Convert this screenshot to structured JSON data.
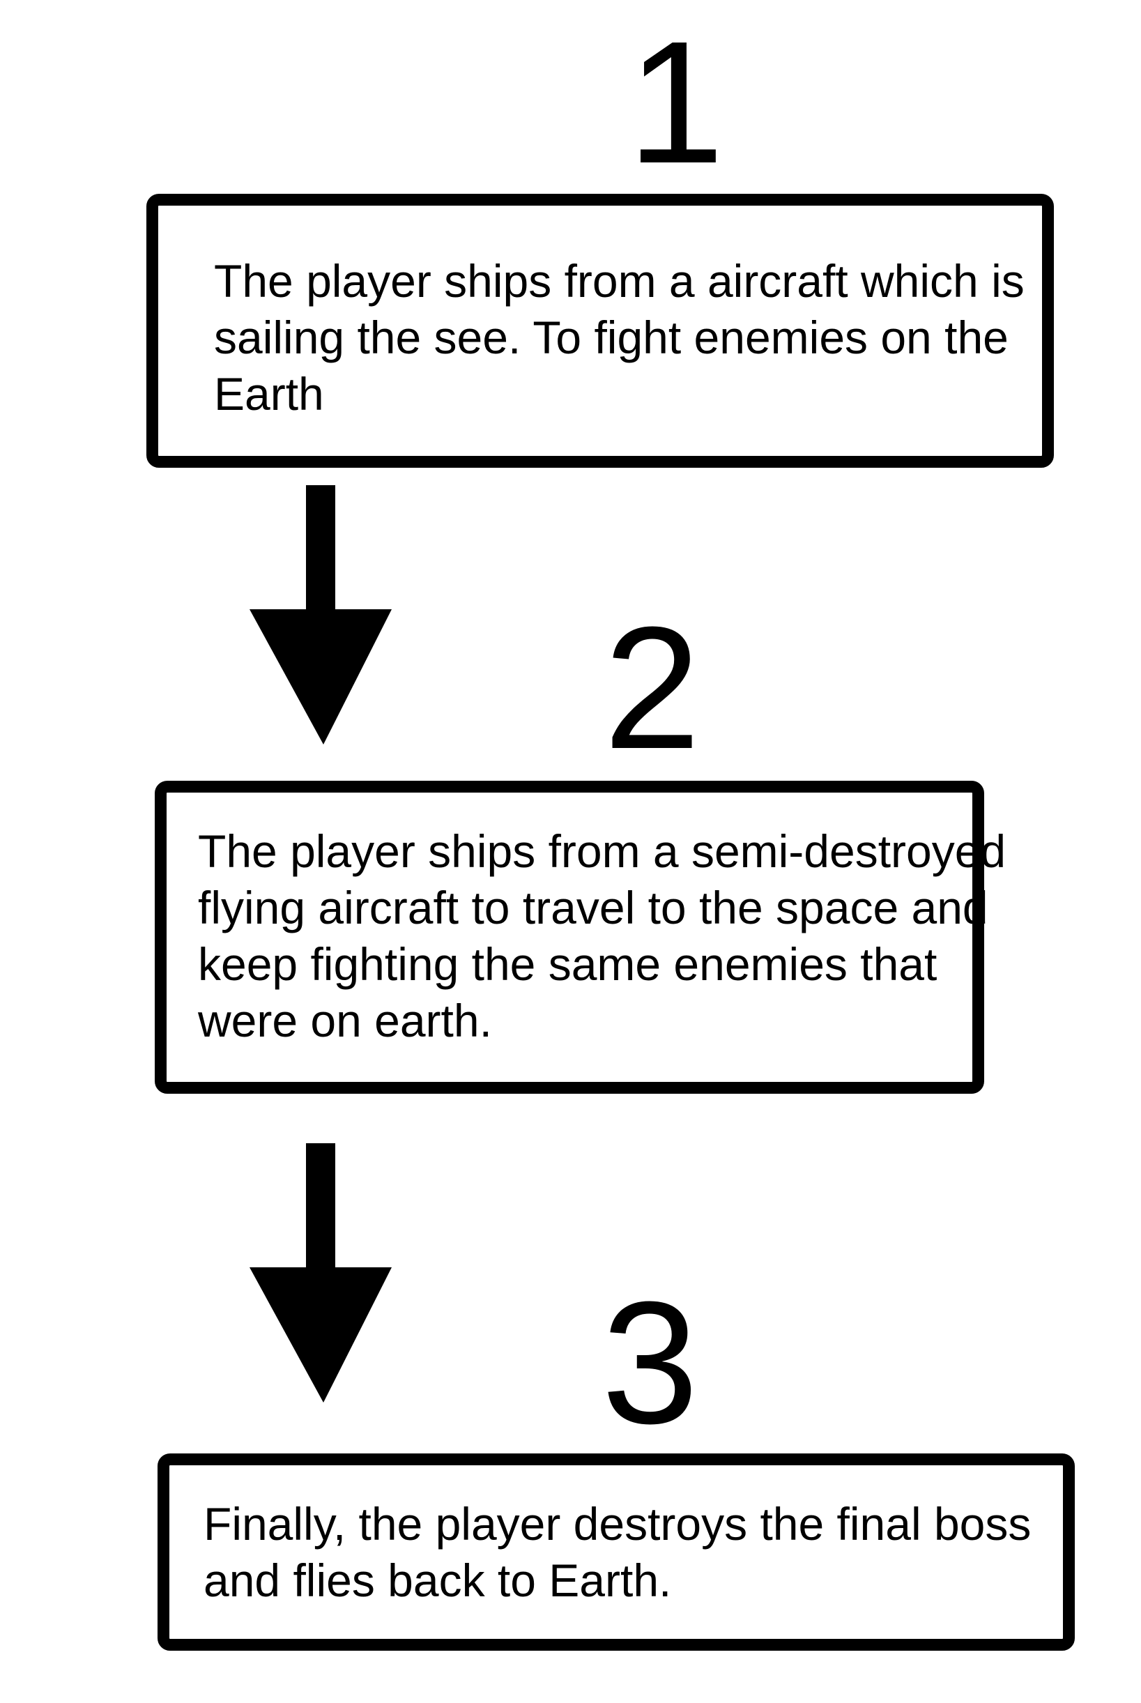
{
  "diagram": {
    "steps": [
      {
        "number": "1",
        "lines": [
          "The player ships from a aircraft which is",
          "sailing the see. To fight enemies on the",
          "Earth"
        ]
      },
      {
        "number": "2",
        "lines": [
          "The player ships from a semi-destroyed",
          "flying aircraft to travel to the space and",
          "keep fighting the same enemies that",
          "were on earth."
        ]
      },
      {
        "number": "3",
        "lines": [
          "Finally, the player destroys the final boss",
          "and flies back to Earth."
        ]
      }
    ],
    "colors": {
      "stroke": "#000000",
      "background": "#ffffff"
    }
  }
}
